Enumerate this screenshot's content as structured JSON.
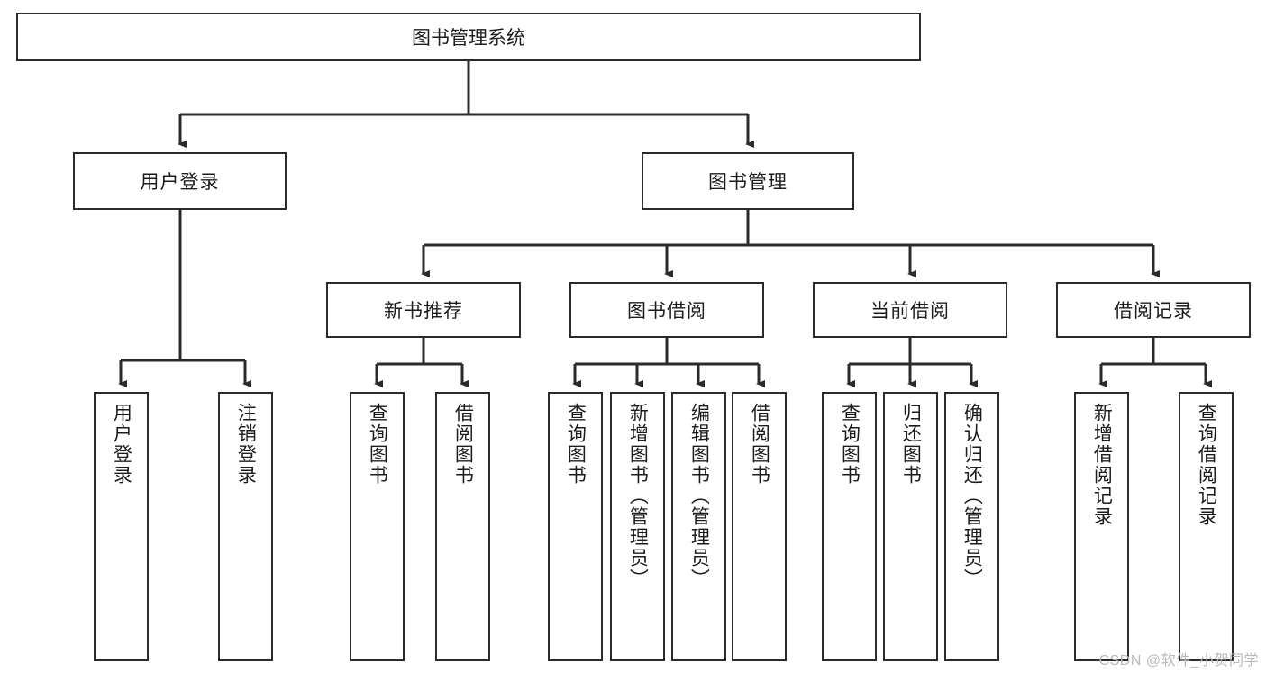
{
  "diagram": {
    "title": "图书管理系统",
    "type": "tree",
    "root": {
      "label": "图书管理系统"
    },
    "level2": [
      {
        "label": "用户登录"
      },
      {
        "label": "图书管理"
      }
    ],
    "level3": [
      {
        "label": "新书推荐",
        "parent": "图书管理"
      },
      {
        "label": "图书借阅",
        "parent": "图书管理"
      },
      {
        "label": "当前借阅",
        "parent": "图书管理"
      },
      {
        "label": "借阅记录",
        "parent": "图书管理"
      }
    ],
    "leaves": {
      "user_login": [
        {
          "label": "用户登录"
        },
        {
          "label": "注销登录"
        }
      ],
      "new_book_recommend": [
        {
          "label": "查询图书"
        },
        {
          "label": "借阅图书"
        }
      ],
      "book_borrow": [
        {
          "label": "查询图书"
        },
        {
          "label": "新增图书（管理员）"
        },
        {
          "label": "编辑图书（管理员）"
        },
        {
          "label": "借阅图书"
        }
      ],
      "current_borrow": [
        {
          "label": "查询图书"
        },
        {
          "label": "归还图书"
        },
        {
          "label": "确认归还（管理员）"
        }
      ],
      "borrow_record": [
        {
          "label": "新增借阅记录"
        },
        {
          "label": "查询借阅记录"
        }
      ]
    }
  },
  "watermark": {
    "text": "CSDN @软件_小贺同学"
  },
  "colors": {
    "stroke": "#2b2b2b",
    "fill": "#ffffff",
    "text": "#1c1c1c",
    "watermark": "#b9b9b9"
  }
}
